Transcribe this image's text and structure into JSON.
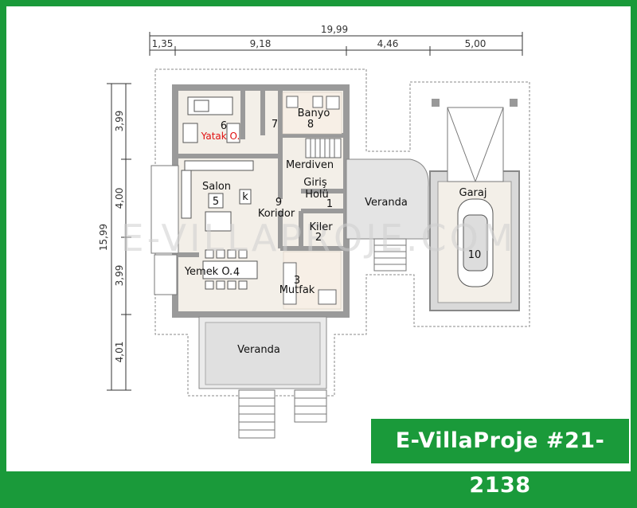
{
  "brand": {
    "title": "E-VillaProje #21-2138"
  },
  "watermark": "E-VILLAPROJE.COM",
  "dimensions": {
    "top_total": "19,99",
    "top_segments": [
      "1,35",
      "9,18",
      "4,46",
      "5,00"
    ],
    "left_total": "15,99",
    "left_segments": [
      "3,99",
      "4,00",
      "3,99",
      "4,01"
    ]
  },
  "rooms": {
    "yatak": {
      "num": "6",
      "label": "Yatak O."
    },
    "r7": {
      "num": "7"
    },
    "banyo": {
      "label": "Banyo",
      "num": "8"
    },
    "merdiven": {
      "label": "Merdiven"
    },
    "salon": {
      "label": "Salon",
      "num": "5"
    },
    "giris": {
      "label": "Giriş",
      "label2": "Holü",
      "num": "1"
    },
    "koridor": {
      "num": "9",
      "label": "Koridor"
    },
    "kiler": {
      "label": "Kiler",
      "num": "2"
    },
    "yemek": {
      "label": "Yemek O.",
      "num": "4"
    },
    "mutfak": {
      "num": "3",
      "label": "Mutfak"
    },
    "veranda_side": {
      "label": "Veranda"
    },
    "veranda_front": {
      "label": "Veranda"
    },
    "garaj": {
      "label": "Garaj",
      "num": "10"
    }
  },
  "kitchen_mark": "k"
}
